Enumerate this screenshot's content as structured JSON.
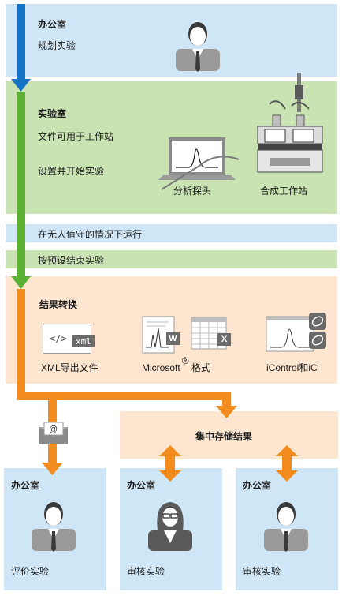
{
  "office_top": {
    "title": "办公室",
    "task": "规划实验"
  },
  "lab": {
    "title": "实验室",
    "step1": "文件可用于工作站",
    "step2": "设置并开始实验",
    "probe_label": "分析探头",
    "workstation_label": "合成工作站"
  },
  "run": {
    "unattended": "在无人值守的情况下运行",
    "finish": "按预设结束实验"
  },
  "results": {
    "title": "结果转换",
    "xml_label": "XML导出文件",
    "xml_icon_text": "</>",
    "xml_badge": "xml",
    "ms_label_prefix": "Microsoft",
    "ms_label_reg": "®",
    "ms_label_suffix": "格式",
    "word_badge": "W",
    "excel_badge": "X",
    "icontrol_label": "iControl和iC"
  },
  "email_symbol": "@",
  "storage": {
    "title": "集中存储结果"
  },
  "offices_bottom": [
    {
      "title": "办公室",
      "task": "评价实验"
    },
    {
      "title": "办公室",
      "task": "审核实验"
    },
    {
      "title": "办公室",
      "task": "审核实验"
    }
  ],
  "colors": {
    "blue_band": "#cfe6f7",
    "green_band": "#c9e3b3",
    "orange_band": "#fde6cf",
    "blue_arrow": "#1573c6",
    "green_arrow": "#5bb133",
    "orange_arrow": "#f28c1e"
  }
}
